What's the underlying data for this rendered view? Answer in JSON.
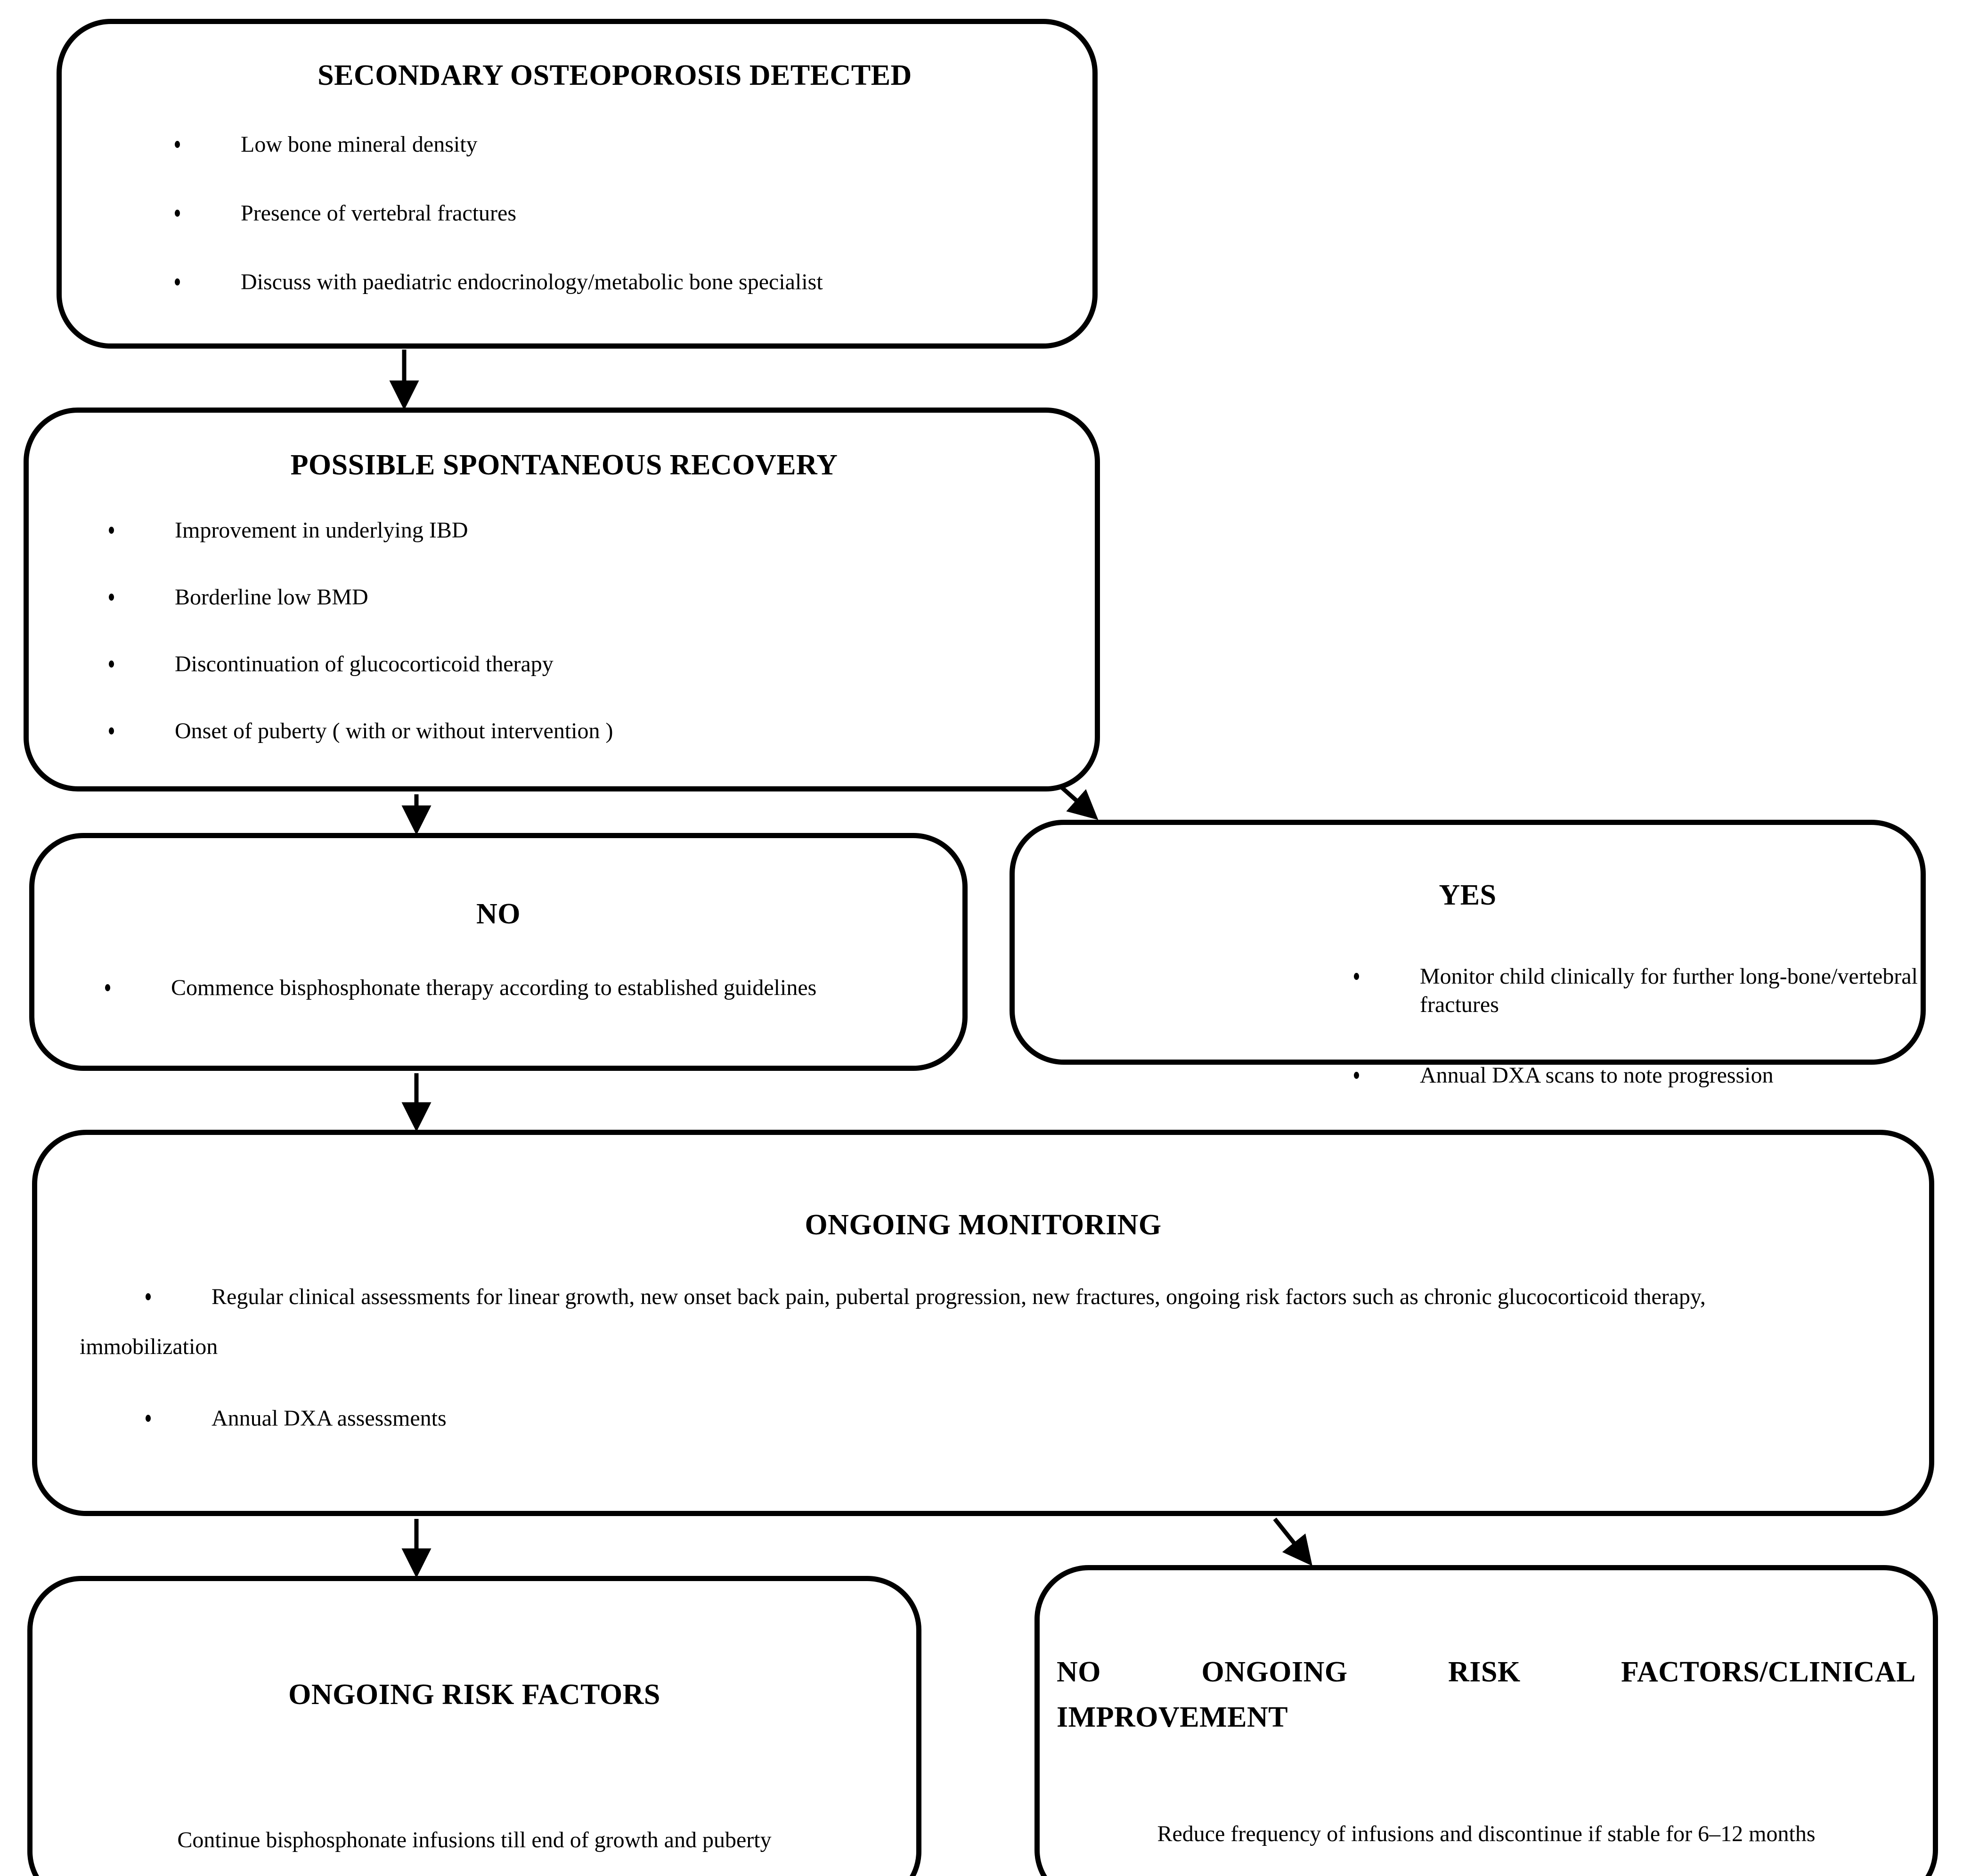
{
  "diagram": {
    "title": "Management pathway for secondary osteoporosis in paediatric IBD",
    "stroke_color": "#000000",
    "background_color": "#ffffff",
    "nodes": [
      {
        "id": "secondary-osteoporosis-detected",
        "heading": "SECONDARY OSTEOPOROSIS DETECTED",
        "bullets": [
          "Low bone mineral density",
          "Presence of vertebral fractures",
          "Discuss with paediatric endocrinology/metabolic bone specialist"
        ]
      },
      {
        "id": "possible-spontaneous-recovery",
        "heading": "POSSIBLE SPONTANEOUS RECOVERY",
        "bullets": [
          "Improvement in underlying IBD",
          "Borderline low BMD",
          "Discontinuation of glucocorticoid therapy",
          "Onset of puberty ( with or without intervention )"
        ]
      },
      {
        "id": "no",
        "heading": "NO",
        "bullets": [
          "Commence bisphosphonate therapy according to established guidelines"
        ]
      },
      {
        "id": "yes",
        "heading": "YES",
        "bullets": [
          "Monitor child clinically for further long-bone/vertebral fractures",
          "Annual DXA scans to note progression"
        ]
      },
      {
        "id": "ongoing-monitoring",
        "heading": "ONGOING MONITORING",
        "bullets": [
          "Regular clinical assessments for linear growth, new onset back pain, pubertal progression, new fractures, ongoing risk factors such as chronic glucocorticoid therapy,",
          "Annual DXA assessments"
        ],
        "continuation": "immobilization"
      },
      {
        "id": "ongoing-risk-factors",
        "heading": "ONGOING RISK FACTORS",
        "body": "Continue bisphosphonate infusions till end of growth and puberty"
      },
      {
        "id": "no-ongoing-risk-factors-clinical-improvement",
        "heading_line_1": "NO ONGOING RISK FACTORS/CLINICAL",
        "heading_line_2": "IMPROVEMENT",
        "body": "Reduce frequency of infusions and discontinue if stable for 6–12 months"
      }
    ],
    "connectors": [
      {
        "id": "secondary-to-recovery",
        "from": "secondary-osteoporosis-detected",
        "to": "possible-spontaneous-recovery",
        "style": "straight-down"
      },
      {
        "id": "recovery-to-no",
        "from": "possible-spontaneous-recovery",
        "to": "no",
        "style": "straight-down"
      },
      {
        "id": "recovery-to-yes",
        "from": "possible-spontaneous-recovery",
        "to": "yes",
        "style": "diagonal-down-right"
      },
      {
        "id": "no-to-monitoring",
        "from": "no",
        "to": "ongoing-monitoring",
        "style": "straight-down"
      },
      {
        "id": "monitoring-to-risk",
        "from": "ongoing-monitoring",
        "to": "ongoing-risk-factors",
        "style": "straight-down"
      },
      {
        "id": "monitoring-to-norisk",
        "from": "ongoing-monitoring",
        "to": "no-ongoing-risk-factors-clinical-improvement",
        "style": "diagonal-down-right"
      }
    ]
  }
}
